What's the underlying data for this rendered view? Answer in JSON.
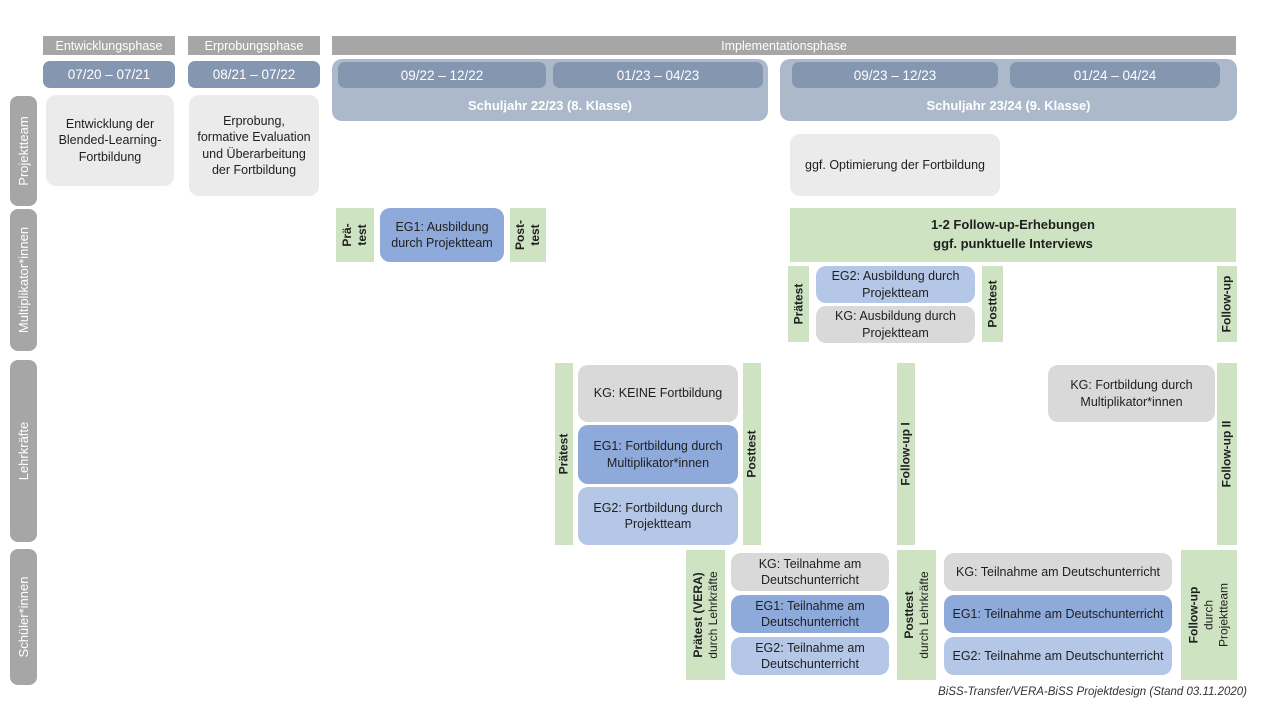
{
  "palette": {
    "header_gray": "#a6a6a6",
    "rail_gray": "#a6a6a6",
    "date_blue": "#8496b0",
    "year_blue": "#acb9ca",
    "box_gray_light": "#ebebeb",
    "box_gray_kg": "#d9d9d9",
    "box_blue_eg1": "#8eaadb",
    "box_blue_eg2": "#b4c7e7",
    "green": "#cde3c2"
  },
  "phases": {
    "entwicklung": "Entwicklungsphase",
    "erprobung": "Erprobungsphase",
    "implementation": "Implementationsphase"
  },
  "dates": {
    "d1": "07/20 – 07/21",
    "d2": "08/21 – 07/22",
    "d3": "09/22 – 12/22",
    "d4": "01/23 – 04/23",
    "d5": "09/23 – 12/23",
    "d6": "01/24 – 04/24"
  },
  "years": {
    "y1": "Schuljahr 22/23 (8. Klasse)",
    "y2": "Schuljahr 23/24 (9. Klasse)"
  },
  "rails": {
    "projektteam": "Projektteam",
    "multiplikatoren": "Multiplikator*innen",
    "lehrkraefte": "Lehrkräfte",
    "schueler": "Schüler*innen"
  },
  "projektteam": {
    "entwicklung": "Entwicklung der Blended-Learning-Fortbildung",
    "erprobung": "Erprobung, formative Evaluation und Überarbeitung der Fortbildung",
    "optimierung": "ggf. Optimierung der Fortbildung"
  },
  "multiplikatoren": {
    "praetest1": {
      "line1": "Prä-",
      "line2": "test"
    },
    "eg1": "EG1: Ausbildung durch Projektteam",
    "posttest1": {
      "line1": "Post-",
      "line2": "test"
    },
    "followup_box": {
      "line1": "1-2 Follow-up-Erhebungen",
      "line2": "ggf. punktuelle Interviews"
    },
    "praetest2": "Prätest",
    "eg2": "EG2: Ausbildung durch Projektteam",
    "kg": "KG: Ausbildung durch Projektteam",
    "posttest2": "Posttest",
    "followup": "Follow-up"
  },
  "lehrkraefte": {
    "praetest": "Prätest",
    "kg": "KG: KEINE Fortbildung",
    "eg1": "EG1: Fortbildung durch Multiplikator*innen",
    "eg2": "EG2: Fortbildung durch Projektteam",
    "posttest": "Posttest",
    "followup1": "Follow-up I",
    "kg2": "KG: Fortbildung durch Multiplikator*innen",
    "followup2": "Follow-up II"
  },
  "schueler": {
    "praetest": {
      "line1": "Prätest (VERA)",
      "line2": "durch  Lehrkräfte"
    },
    "kg1": "KG: Teilnahme am Deutschunterricht",
    "eg1_1": "EG1: Teilnahme am Deutschunterricht",
    "eg2_1": "EG2: Teilnahme am Deutschunterricht",
    "posttest": {
      "line1": "Posttest",
      "line2": "durch  Lehrkräfte"
    },
    "kg2": "KG: Teilnahme am Deutschunterricht",
    "eg1_2": "EG1: Teilnahme am Deutschunterricht",
    "eg2_2": "EG2: Teilnahme am Deutschunterricht",
    "followup": {
      "line1": "Follow-up",
      "line2": "durch",
      "line3": "Projektteam"
    }
  },
  "footer": "BiSS-Transfer/VERA-BiSS Projektdesign (Stand 03.11.2020)"
}
